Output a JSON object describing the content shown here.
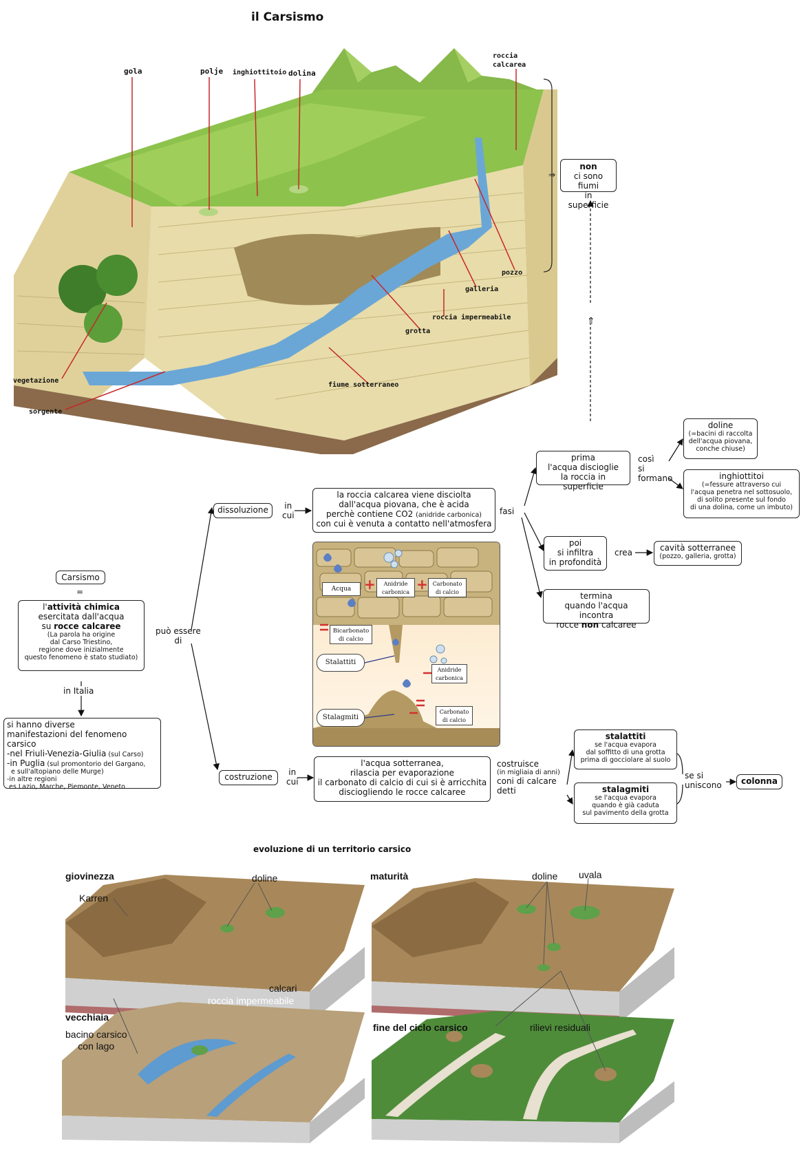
{
  "title": "il Carsismo",
  "diagram_labels": {
    "gola": "gola",
    "polje": "polje",
    "inghiottitoio": "inghiottitoio",
    "dolina": "dolina",
    "roccia_calcarea": [
      "roccia",
      "calcarea"
    ],
    "pozzo": "pozzo",
    "galleria": "galleria",
    "roccia_impermeabile": "roccia impermeabile",
    "grotta": "grotta",
    "fiume_sotterraneo": "fiume sotterraneo",
    "vegetazione": "vegetazione",
    "sorgente": "sorgente"
  },
  "non_fiumi": {
    "arrow": "⇒",
    "bold": "non",
    "rest": [
      "ci sono fiumi",
      "in superficie"
    ]
  },
  "carsismo": {
    "name": "Carsismo",
    "eq": "="
  },
  "attivita": {
    "l1_pre": "l'",
    "l1_bold": "attività chimica",
    "l2": "esercitata dall'acqua",
    "l3_pre": "su ",
    "l3_bold": "rocce calcaree",
    "note": [
      "(La parola ha origine",
      "dal Carso Triestino,",
      "regione dove inizialmente",
      "questo fenomeno è stato studiato)"
    ]
  },
  "puo_essere": [
    "può essere",
    "di"
  ],
  "in_italia": "in Italia",
  "manifestazioni": {
    "l1": "si hanno diverse",
    "l2": "manifestazioni del fenomeno carsico",
    "l3": "-nel Friuli-Venezia-Giulia",
    "l3_small": " (sul Carso)",
    "l4": "-in Puglia",
    "l4_small": " (sul promontorio del Gargano,",
    "l5_small": "  e sull'altopiano delle Murge)",
    "l6_small": "-in altre regioni",
    "l7_small": " es Lazio, Marche, Piemonte, Veneto"
  },
  "dissoluzione": "dissoluzione",
  "in_cui": [
    "in",
    "cui"
  ],
  "dissoluzione_desc": {
    "l1": "la roccia calcarea viene disciolta",
    "l2": "dall'acqua piovana, che è acida",
    "l3_pre": "perchè contiene CO2 ",
    "l3_small": "(anidride carbonica)",
    "l4": "con cui è venuta a contatto nell'atmosfera"
  },
  "fasi": "fasi",
  "prima": [
    "prima",
    "l'acqua discioglie",
    "la roccia in superficie"
  ],
  "cosi_formano": [
    "così",
    "si",
    "formano"
  ],
  "doline": {
    "name": "doline",
    "desc": [
      "(=bacini di raccolta",
      "dell'acqua piovana,",
      "conche chiuse)"
    ]
  },
  "inghiottitoi": {
    "name": "inghiottitoi",
    "desc": [
      "(=fessure attraverso cui",
      "l'acqua penetra nel sottosuolo,",
      "di solito presente sul fondo",
      "di una dolina, come un imbuto)"
    ]
  },
  "poi": [
    "poi",
    "si infiltra",
    "in profondità"
  ],
  "crea": "crea",
  "cavita": {
    "name": "cavità sotterranee",
    "desc": "(pozzo, galleria, grotta)"
  },
  "termina": {
    "l1": "termina",
    "l2": "quando l'acqua incontra",
    "l3_pre": "rocce ",
    "l3_bold": "non",
    "l3_post": " calcaree"
  },
  "reaction": {
    "acqua": "Acqua",
    "anidride1": [
      "Anidride",
      "carbonica"
    ],
    "carbonato1": [
      "Carbonato",
      "di calcio"
    ],
    "bicarbonato": [
      "Bicarbonato",
      "di calcio"
    ],
    "stalattiti": "Stalattiti",
    "anidride2": [
      "Anidride",
      "carbonica"
    ],
    "stalagmiti": "Stalagmiti",
    "carbonato2": [
      "Carbonato",
      "di calcio"
    ]
  },
  "costruzione": "costruzione",
  "costruzione_desc": [
    "l'acqua sotterranea,",
    "rilascia per evaporazione",
    "il carbonato di calcio di cui si è arricchita",
    "disciogliendo le rocce calcaree"
  ],
  "costruisce": {
    "l1": "costruisce",
    "l2_small": "(in migliaia di anni)",
    "l3": "coni di calcare",
    "l4": "detti"
  },
  "stalattiti": {
    "name": "stalattiti",
    "desc": [
      "se l'acqua evapora",
      "dal soffitto di una grotta",
      "prima di gocciolare al suolo"
    ]
  },
  "stalagmiti": {
    "name": "stalagmiti",
    "desc": [
      "se l'acqua evapora",
      "quando è già caduta",
      "sul pavimento della grotta"
    ]
  },
  "si_uniscono": [
    "se si",
    "uniscono"
  ],
  "colonna": "colonna",
  "evoluzione": {
    "title": "evoluzione di un territorio carsico",
    "giovinezza": "giovinezza",
    "maturita": "maturità",
    "vecchiaia": "vecchiaia",
    "fine": "fine del ciclo carsico",
    "doline": "doline",
    "karren": "Karren",
    "calcari": "calcari",
    "roccia_impermeabile": "roccia impermeabile",
    "doline2": "doline",
    "uvala": "uvala",
    "bacino": [
      "bacino carsico",
      "con lago"
    ],
    "rilievi": "rilievi residuali"
  },
  "colors": {
    "grass": "#7cb342",
    "limestone": "#e8dcaa",
    "water": "#6aa7d6",
    "line_red": "#c62828",
    "panel_bg": "#fbe5c4"
  }
}
